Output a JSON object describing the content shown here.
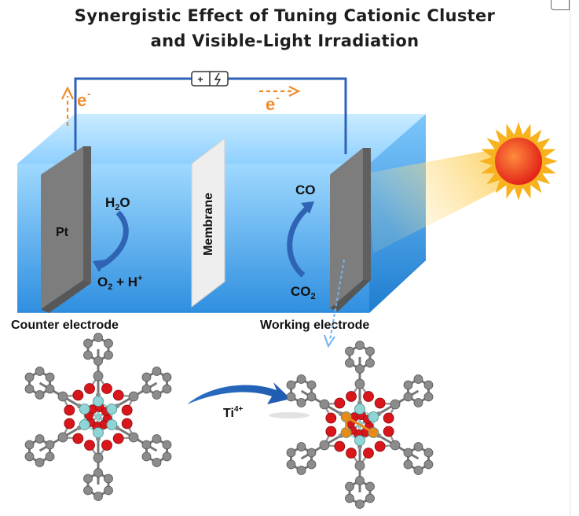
{
  "title": {
    "line1": "Synergistic Effect of Tuning Cationic Cluster",
    "line2": "and Visible-Light Irradiation"
  },
  "cell": {
    "electron_left": "e",
    "electron_right": "e",
    "electron_superscript": "-",
    "counter_material": "Pt",
    "membrane": "Membrane",
    "water": "H",
    "water_sub": "2",
    "water_tail": "O",
    "oxygen": "O",
    "oxygen_sub": "2",
    "proton_part": " + H",
    "proton_sup": "+",
    "co": "CO",
    "co2": "CO",
    "co2_sub": "2",
    "counter_electrode_label": "Counter electrode",
    "working_electrode_label": "Working electrode",
    "battery_plus": "+",
    "battery_minus": "-"
  },
  "reaction": {
    "label": "Ti",
    "label_sup": "4+"
  },
  "colors": {
    "tank_top": "#8ad1ff",
    "tank_bottom": "#2f95e6",
    "electrode": "#7d7d7d",
    "wire": "#2e62b8",
    "electron_arrow": "#f08a2a",
    "sun_core": "#ee3e1c",
    "sun_ray": "#f7b21e",
    "oxygen_atom": "#d8161b",
    "carbon_atom": "#8c8c8c",
    "zirconium_atom": "#8fd5d5",
    "titanium_atom": "#e88a1a"
  }
}
